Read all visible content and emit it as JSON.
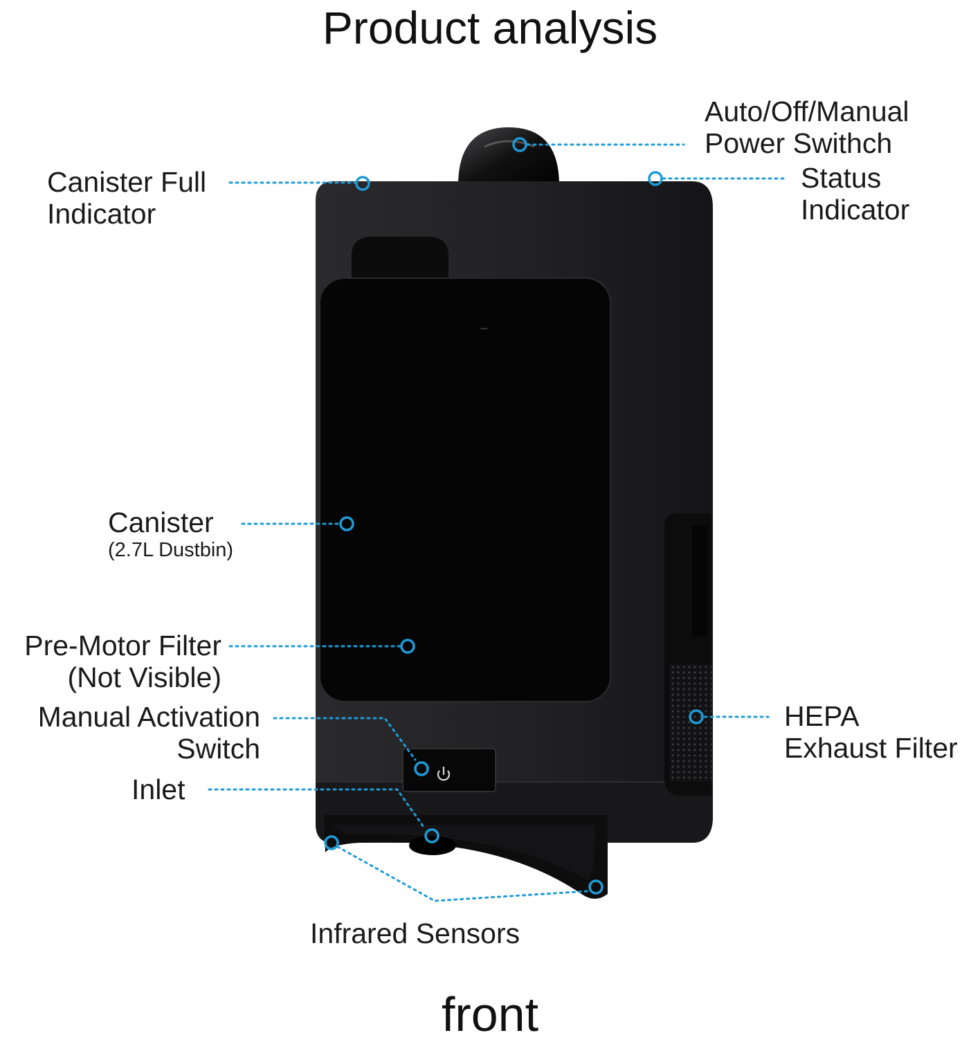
{
  "title": "Product analysis",
  "footer": "front",
  "colors": {
    "leader": "#1e9bd6",
    "body": "#1f1f21",
    "panel": "#050506",
    "text": "#1a1a1a"
  },
  "labels": {
    "power_switch": [
      "Auto/Off/Manual",
      "Power Swithch"
    ],
    "canister_full": [
      "Canister Full",
      "Indicator"
    ],
    "status_indicator": [
      "Status",
      "Indicator"
    ],
    "canister": "Canister",
    "canister_sub": "(2.7L Dustbin)",
    "pre_motor": [
      "Pre-Motor Filter",
      "(Not Visible)"
    ],
    "manual_switch": [
      "Manual Activation",
      "Switch"
    ],
    "inlet": "Inlet",
    "hepa": [
      "HEPA",
      "Exhaust Filter"
    ],
    "infrared": "Infrared Sensors"
  }
}
